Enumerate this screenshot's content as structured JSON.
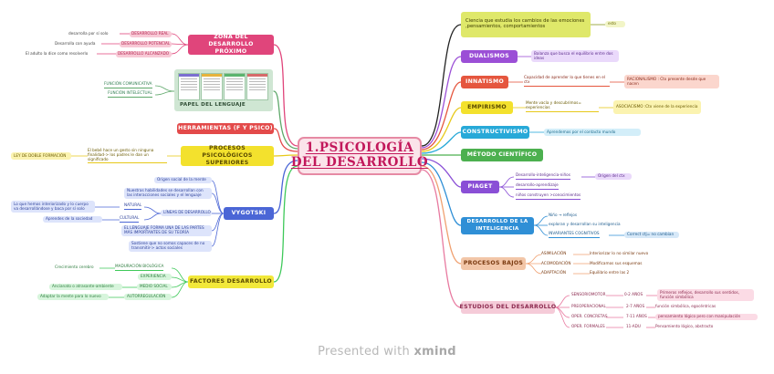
{
  "center": {
    "line1": "1.PSICOLOGÍA",
    "line2": "DEL DESARROLLO"
  },
  "left": {
    "zona": {
      "title": "ZONA DEL DESARROLLO PRÓXIMO",
      "items": [
        {
          "level": "DESARROLLO REAL",
          "desc": "desarrolla por sí solo"
        },
        {
          "level": "DESARROLLO POTENCIAL",
          "desc": "Desarrolla con ayuda"
        },
        {
          "level": "DESARROLLO ALCANZADO",
          "desc": "El adulto la dice como resolverlo"
        }
      ]
    },
    "lenguaje": {
      "title": "PAPEL DEL LENGUAJE",
      "functions": [
        "FUNCIÓN COMUNICATIVA",
        "FUNCIÓN INTELECTUAL"
      ]
    },
    "herramientas": {
      "title": "HERRAMIENTAS (F Y PSICO)"
    },
    "procesos": {
      "title": "PROCESOS PSICOLÓGICOS SUPERIORES",
      "desc": "El bebé hace un gesto sin ninguna finalidad-> los padres le dan un significado",
      "law": "LEY DE DOBLE FORMACIÓN"
    },
    "vygotski": {
      "title": "VYGOTSKI",
      "items": [
        "Origen social de la mente",
        "Nuestras habilidades se desarrollan con las interacciones sociales y el lenguaje",
        "LÍNEAS DE DESARROLLO",
        "EL LENGUAJE FORMA UNA DE LAS PARTES MÁS IMPORTANTES DE SU TEORÍA",
        "Sostiene que no somos capaces de no transmitir-> actos sociales"
      ],
      "lineas": [
        {
          "label": "NATURAL",
          "desc": "Lo que hemos interiorizado y lo cuerpo va desarrollándose y baca por sí solo"
        },
        {
          "label": "CULTURAL",
          "desc": "Aprendes de la sociedad"
        }
      ]
    },
    "factores": {
      "title": "FACTORES DESARROLLO",
      "items": [
        {
          "label": "MADURACIÓN BIOLÓGICA",
          "desc": "Crecimiento cerebro"
        },
        {
          "label": "EXPERIENCIA",
          "desc": ""
        },
        {
          "label": "MEDIO SOCIAL",
          "desc": "Ancianato o atrasante-ambiente"
        },
        {
          "label": "AUTORREGULACIÓN",
          "desc": "Adaptar la mente para lo nuevo"
        }
      ]
    }
  },
  "right": {
    "ciencia": {
      "text": "Ciencia que estudia los cambios de las emociones ,pensamientos, comportamientos",
      "tag": "esto"
    },
    "dualismo": {
      "title": "DUALISMOS",
      "desc": "Balanza que busca el equilibrio entre dos ideas"
    },
    "innatismo": {
      "title": "INNATISMO",
      "desc": "Capacidad de aprender lo que tienes en el ctx",
      "extra": "RACIONALISMO : Ctx presente desde que nacen"
    },
    "empirismo": {
      "title": "EMPIRISMO",
      "desc": "Mente vacía y descubrimos= experiencias",
      "extra": "ASOCIACISMO :Ctx viene de la experiencia"
    },
    "constructivismo": {
      "title": "CONSTRUCTIVISMO",
      "desc": "Aprendemos por el contacto mundo"
    },
    "metodo": {
      "title": "MÉTODO CIENTÍFICO"
    },
    "piaget": {
      "title": "PIAGET",
      "items": [
        "Desarrollo-inteligencia-niños",
        "desarrollo-aprendizaje",
        "niños construyen >conocimientos"
      ],
      "extra": "Origen del ctx"
    },
    "inteligencia": {
      "title": "DESARROLLO DE LA INTELIGENCIA",
      "items": [
        "Niño → reflejos",
        "exploran y desarrollan su inteligencia",
        "INVARIANTES COGNITIVOS"
      ],
      "extra": "Correct ctj= no cambian"
    },
    "procesos_bajos": {
      "title": "PROCESOS BAJOS",
      "items": [
        {
          "label": "ASIMILACIÓN",
          "desc": "Interiorizar lo no similar nuevo"
        },
        {
          "label": "ACOMODACIÓN",
          "desc": "Modificamos sus esquemas"
        },
        {
          "label": "ADAPTACIÓN",
          "desc": "Equilibrio entre las 2"
        }
      ]
    },
    "estudios": {
      "title": "ESTUDIOS DEL DESARROLLO",
      "stages": [
        {
          "label": "SENSORIOMOTOR",
          "age": "0-2 AÑOS",
          "desc": "Primeros reflejos, desarrollo sus sentidos, función simbólica"
        },
        {
          "label": "PREOPERACIONAL",
          "age": "2-7 AÑOS",
          "desc": "función simbólica, egocéntricas"
        },
        {
          "label": "OPER. CONCRETAS",
          "age": "7-11 AÑOS",
          "desc": "pensamiento lógico pero con manipulación"
        },
        {
          "label": "OPER. FORMALES",
          "age": "11-ADU",
          "desc": "Pensamiento lógico, abstracto"
        }
      ]
    }
  },
  "footer": {
    "prefix": "Presented with ",
    "brand": "xmind"
  },
  "colors": {
    "zona": "#e0457b",
    "lenguaje": "#cfe6d3",
    "herramientas": "#e34a4a",
    "procesos": "#f3e12d",
    "vygotski": "#4b66d6",
    "factores": "#f2e83a",
    "ciencia": "#dfe86a",
    "dualismo": "#9b4fd6",
    "innatismo": "#e5563e",
    "empirismo": "#f3e12d",
    "constructivismo": "#27a9d8",
    "metodo": "#4cb04f",
    "piaget": "#8a4fd6",
    "inteligencia": "#2f8fd6",
    "procesos_bajos": "#f2c6a8",
    "estudios": "#f5cbd8"
  }
}
